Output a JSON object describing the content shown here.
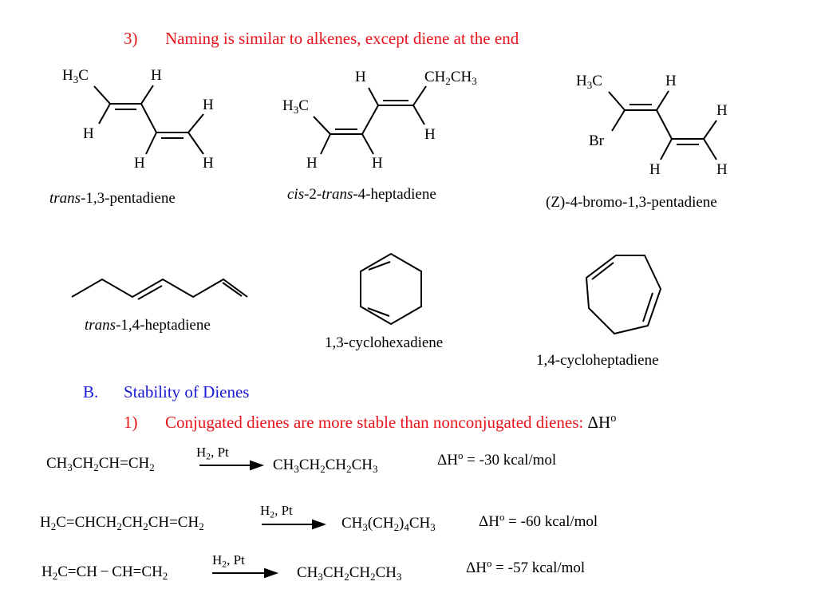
{
  "heading_3": {
    "num": "3)",
    "text": "Naming is similar to alkenes, except diene at the end"
  },
  "section_b": {
    "letter": "B.",
    "title": "Stability of Dienes"
  },
  "heading_1": {
    "num": "1)",
    "text": "Conjugated dienes are more stable than nonconjugated dienes: ",
    "delta": "Δ",
    "H": "H",
    "o": "o"
  },
  "names": {
    "pentadiene_italic": "trans",
    "pentadiene_rest": "-1,3-pentadiene",
    "hepta_cis": "cis",
    "hepta_mid": "-2-",
    "hepta_trans": "trans",
    "hepta_rest": "-4-heptadiene",
    "bromo": "(Z)-4-bromo-1,3-pentadiene",
    "hepta14_italic": "trans",
    "hepta14_rest": "-1,4-heptadiene",
    "cyclohexadiene": "1,3-cyclohexadiene",
    "cycloheptadiene": "1,4-cycloheptadiene"
  },
  "atoms": {
    "H": "H",
    "C": "C",
    "three": "3",
    "two": "2",
    "Br": "Br",
    "CH": "CH",
    "CH3": "CH"
  },
  "reactions": [
    {
      "reactant_html": "CH<sub>3</sub>CH<sub>2</sub>CH=CH<sub>2</sub>",
      "cond_html": "H<sub>2</sub>, Pt",
      "product_html": "CH<sub>3</sub>CH<sub>2</sub>CH<sub>2</sub>CH<sub>3</sub>",
      "dh_html": "ΔH<sup>o</sup> = -30 kcal/mol"
    },
    {
      "reactant_html": "H<sub>2</sub>C=CHCH<sub>2</sub>CH<sub>2</sub>CH=CH<sub>2</sub>",
      "cond_html": "H<sub>2</sub>, Pt",
      "product_html": "CH<sub>3</sub>(CH<sub>2</sub>)<sub>4</sub>CH<sub>3</sub>",
      "dh_html": "ΔH<sup>o</sup> = -60 kcal/mol"
    },
    {
      "reactant_html": "H<sub>2</sub>C=CH − CH=CH<sub>2</sub>",
      "cond_html": "H<sub>2</sub>, Pt",
      "product_html": "CH<sub>3</sub>CH<sub>2</sub>CH<sub>2</sub>CH<sub>3</sub>",
      "dh_html": "ΔH<sup>o</sup> = -57 kcal/mol"
    }
  ]
}
